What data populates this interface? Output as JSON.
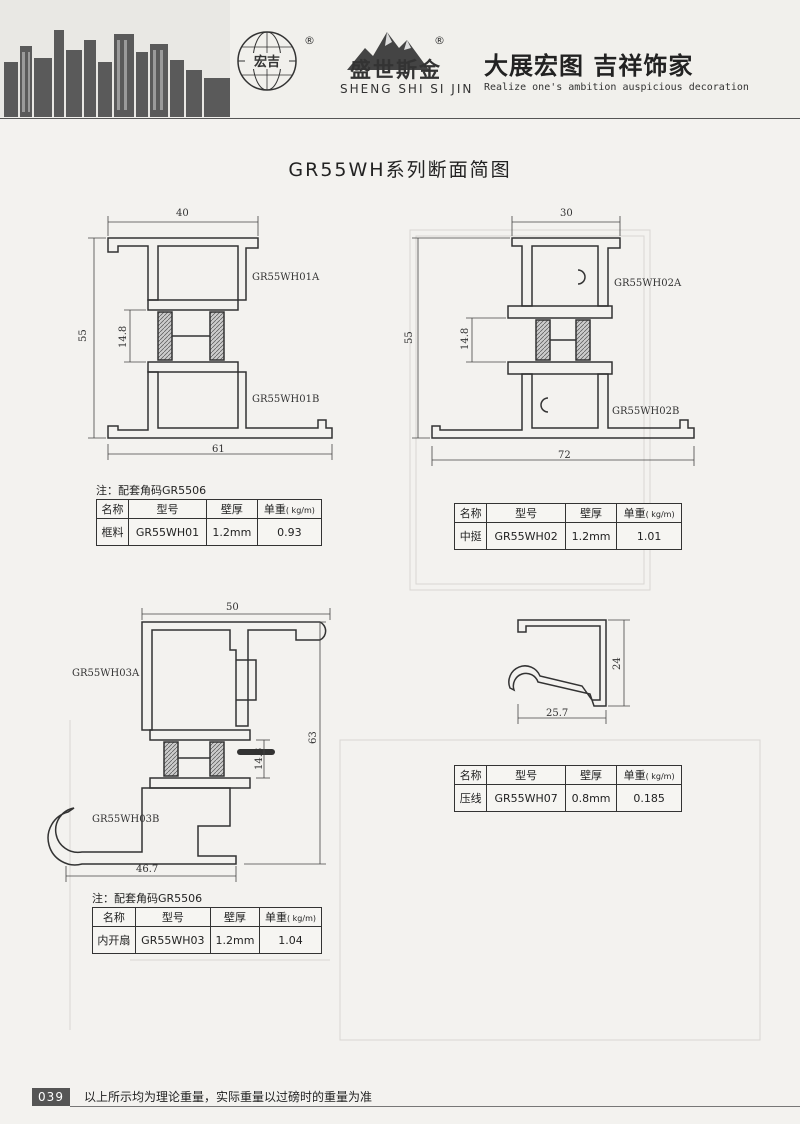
{
  "header": {
    "logo_left_text": "宏吉",
    "registered_mark": "®",
    "brand_cn": "盛世斯金",
    "brand_en": "SHENG SHI SI JIN",
    "slogan_cn": "大展宏图  吉祥饰家",
    "slogan_en": "Realize one's ambition auspicious decoration"
  },
  "page_title": "GR55WH系列断面简图",
  "profiles": {
    "frame": {
      "width": "40",
      "height": "55",
      "break": "14.8",
      "bottom": "61",
      "label_a": "GR55WH01A",
      "label_b": "GR55WH01B"
    },
    "mullion": {
      "width": "30",
      "height": "55",
      "break": "14.8",
      "bottom": "72",
      "label_a": "GR55WH02A",
      "label_b": "GR55WH02B"
    },
    "sash": {
      "width": "50",
      "height": "63",
      "break": "14.8",
      "bottom": "46.7",
      "label_a": "GR55WH03A",
      "label_b": "GR55WH03B"
    },
    "bead": {
      "width": "25.7",
      "height": "24"
    }
  },
  "tables": {
    "headers": {
      "name": "名称",
      "model": "型号",
      "wall": "壁厚",
      "weight": "单重",
      "weight_unit": "( kg/m)"
    },
    "frame": {
      "note": "注：配套角码GR5506",
      "name": "框料",
      "model": "GR55WH01",
      "wall": "1.2mm",
      "weight": "0.93"
    },
    "mullion": {
      "name": "中挺",
      "model": "GR55WH02",
      "wall": "1.2mm",
      "weight": "1.01"
    },
    "sash": {
      "note": "注：配套角码GR5506",
      "name": "内开扇",
      "model": "GR55WH03",
      "wall": "1.2mm",
      "weight": "1.04"
    },
    "bead": {
      "name": "压线",
      "model": "GR55WH07",
      "wall": "0.8mm",
      "weight": "0.185"
    }
  },
  "footer": {
    "page_number": "039",
    "text": "以上所示均为理论重量，实际重量以过磅时的重量为准"
  }
}
